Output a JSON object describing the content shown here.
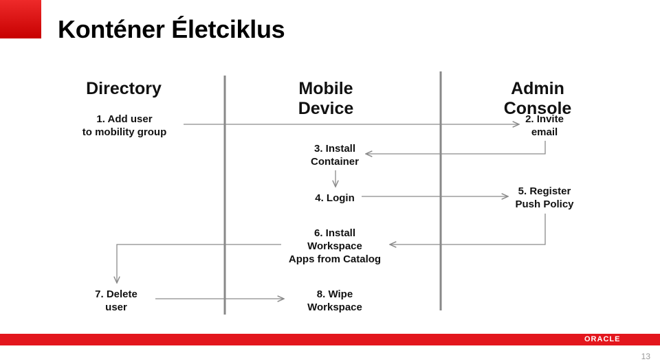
{
  "slide": {
    "title": "Konténer Életciklus",
    "page_number": "13",
    "logo_text": "ORACLE"
  },
  "columns": {
    "directory": "Directory",
    "mobile_device": "Mobile\nDevice",
    "admin_console": "Admin\nConsole"
  },
  "steps": {
    "s1": "1. Add user\nto mobility group",
    "s2": "2. Invite\nemail",
    "s3": "3. Install\nContainer",
    "s4": "4. Login",
    "s5": "5. Register\nPush Policy",
    "s6": "6. Install\nWorkspace\nApps from Catalog",
    "s7": "7. Delete\nuser",
    "s8": "8. Wipe\nWorkspace"
  },
  "colors": {
    "accent_red": "#e3161d",
    "arrow_gray": "#8a8a8a",
    "divider_gray": "#888888"
  }
}
